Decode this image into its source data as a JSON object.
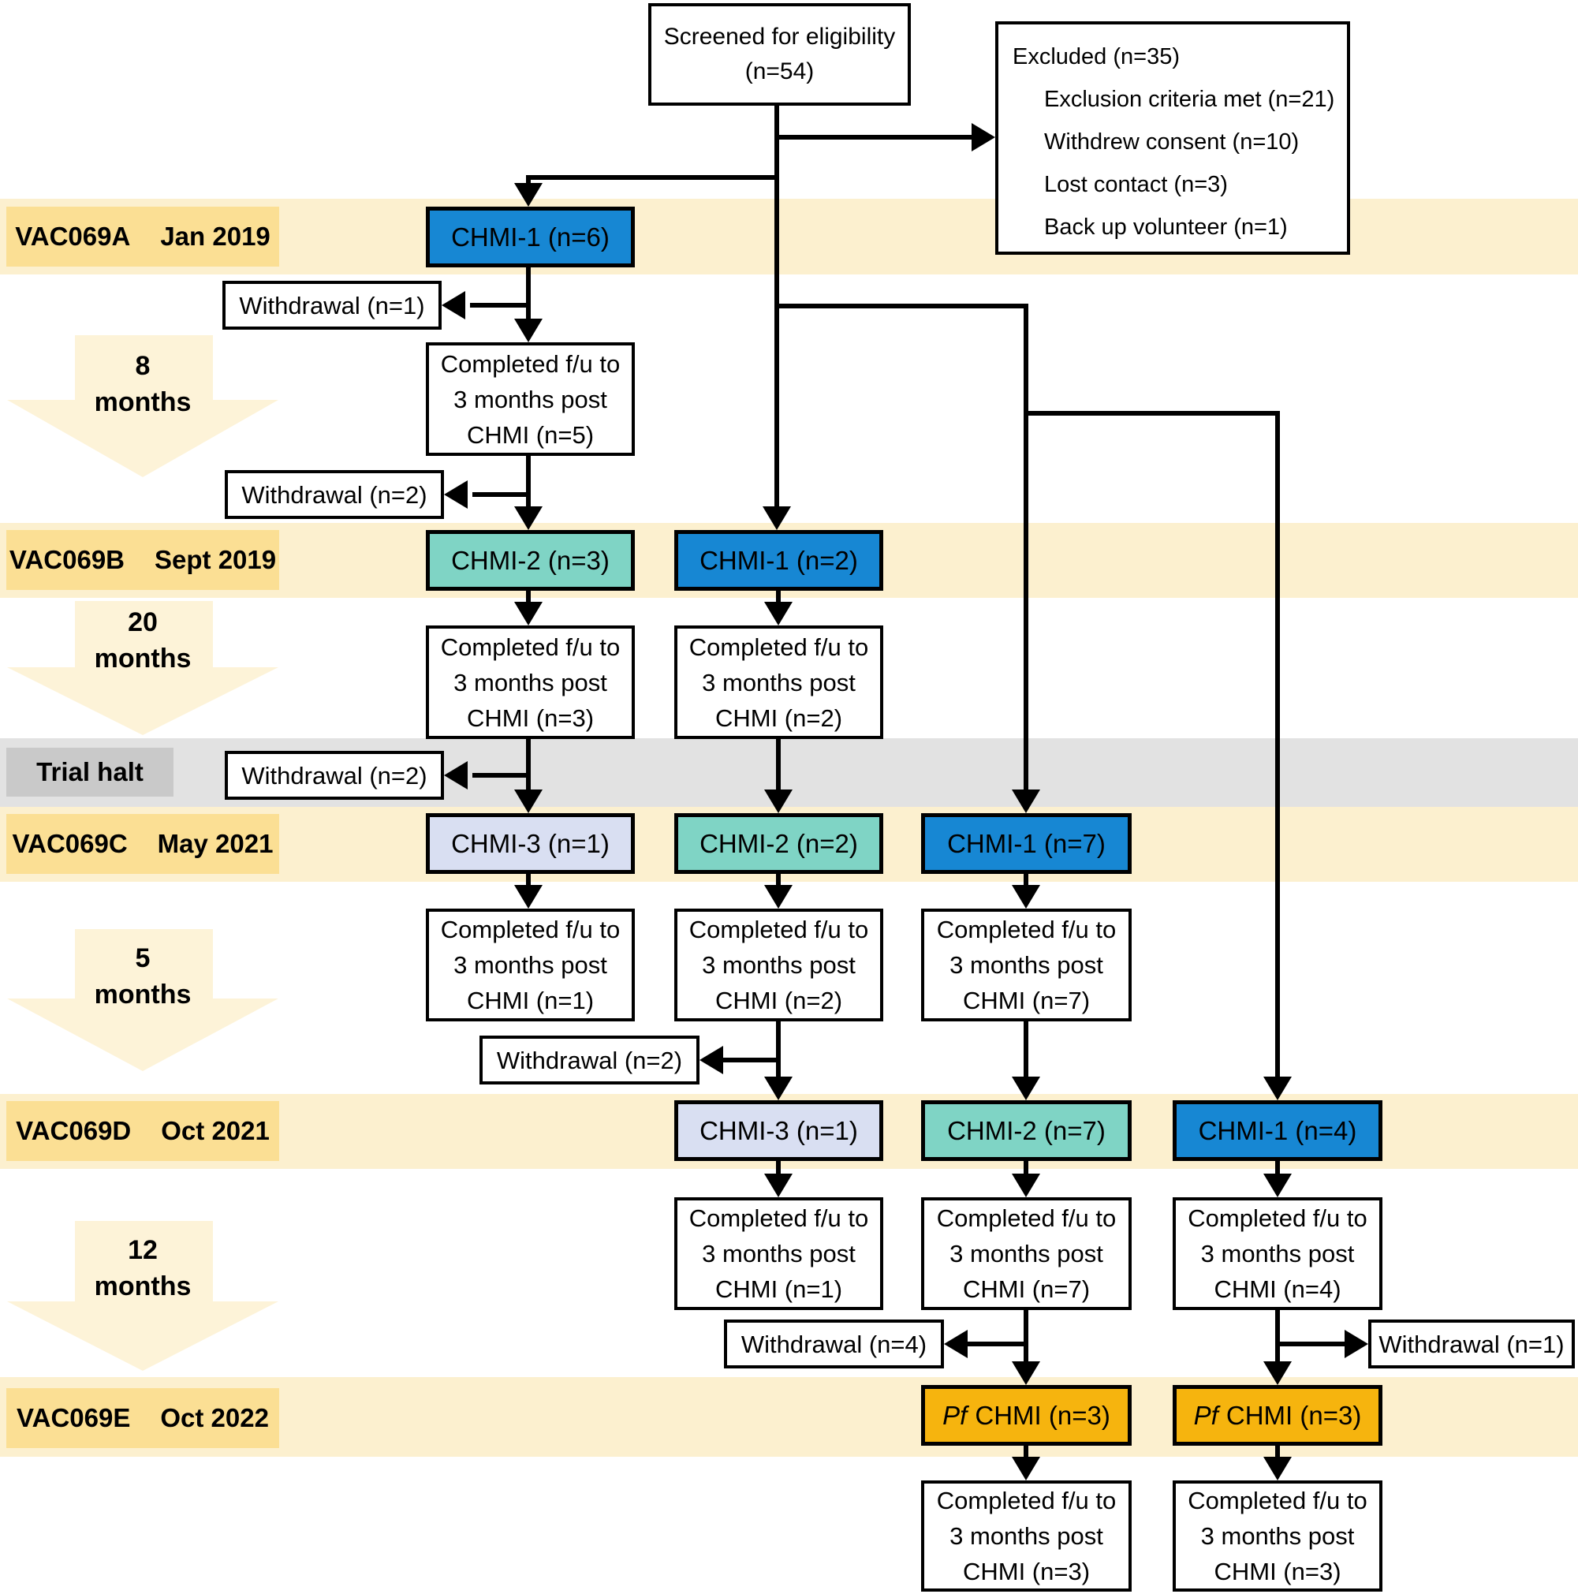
{
  "palette": {
    "band_yellow": "#FCF0CF",
    "band_label_yellow": "#FBDF94",
    "halt_band_gray": "#E2E2E2",
    "halt_label_gray": "#C9C9C9",
    "chmi1_blue": "#1787D3",
    "chmi2_teal": "#7FD4C5",
    "chmi3_lavender": "#D9DFF2",
    "pf_amber": "#F6B40E",
    "interval_arrow_yellow": "#FDF3D8",
    "line_black": "#000000"
  },
  "screened": {
    "line1": "Screened for eligibility",
    "line2": "(n=54)"
  },
  "excluded": {
    "title": "Excluded (n=35)",
    "items": [
      "Exclusion criteria met (n=21)",
      "Withdrew consent (n=10)",
      "Lost contact (n=3)",
      "Back up volunteer (n=1)"
    ]
  },
  "bands": {
    "a": {
      "code": "VAC069A",
      "date": "Jan 2019"
    },
    "b": {
      "code": "VAC069B",
      "date": "Sept 2019"
    },
    "halt": "Trial halt",
    "c": {
      "code": "VAC069C",
      "date": "May 2021"
    },
    "d": {
      "code": "VAC069D",
      "date": "Oct 2021"
    },
    "e": {
      "code": "VAC069E",
      "date": "Oct 2022"
    }
  },
  "intervals": {
    "a_b": {
      "value": "8",
      "unit": "months"
    },
    "b_halt": {
      "value": "20",
      "unit": "months"
    },
    "c_d": {
      "value": "5",
      "unit": "months"
    },
    "d_e": {
      "value": "12",
      "unit": "months"
    }
  },
  "chmi": {
    "a1": "CHMI-1 (n=6)",
    "b2": "CHMI-2 (n=3)",
    "b1": "CHMI-1 (n=2)",
    "c3": "CHMI-3 (n=1)",
    "c2": "CHMI-2 (n=2)",
    "c1": "CHMI-1 (n=7)",
    "d3": "CHMI-3 (n=1)",
    "d2": "CHMI-2 (n=7)",
    "d1": "CHMI-1 (n=4)",
    "pf_italic": "Pf",
    "pf_rest": "CHMI (n=3)"
  },
  "completed": {
    "line1": "Completed f/u to",
    "line2": "3 months post",
    "a": "CHMI (n=5)",
    "b_col1": "CHMI (n=3)",
    "b_col2": "CHMI (n=2)",
    "c_col1": "CHMI (n=1)",
    "c_col2": "CHMI (n=2)",
    "c_col3": "CHMI (n=7)",
    "d_col2": "CHMI (n=1)",
    "d_col3": "CHMI (n=7)",
    "d_col4": "CHMI (n=4)",
    "e_col3": "CHMI (n=3)",
    "e_col4": "CHMI (n=3)"
  },
  "withdrawals": {
    "a": "Withdrawal (n=1)",
    "a_b": "Withdrawal (n=2)",
    "halt": "Withdrawal (n=2)",
    "c_d": "Withdrawal (n=2)",
    "d_e_left": "Withdrawal (n=4)",
    "d_e_right": "Withdrawal (n=1)"
  }
}
